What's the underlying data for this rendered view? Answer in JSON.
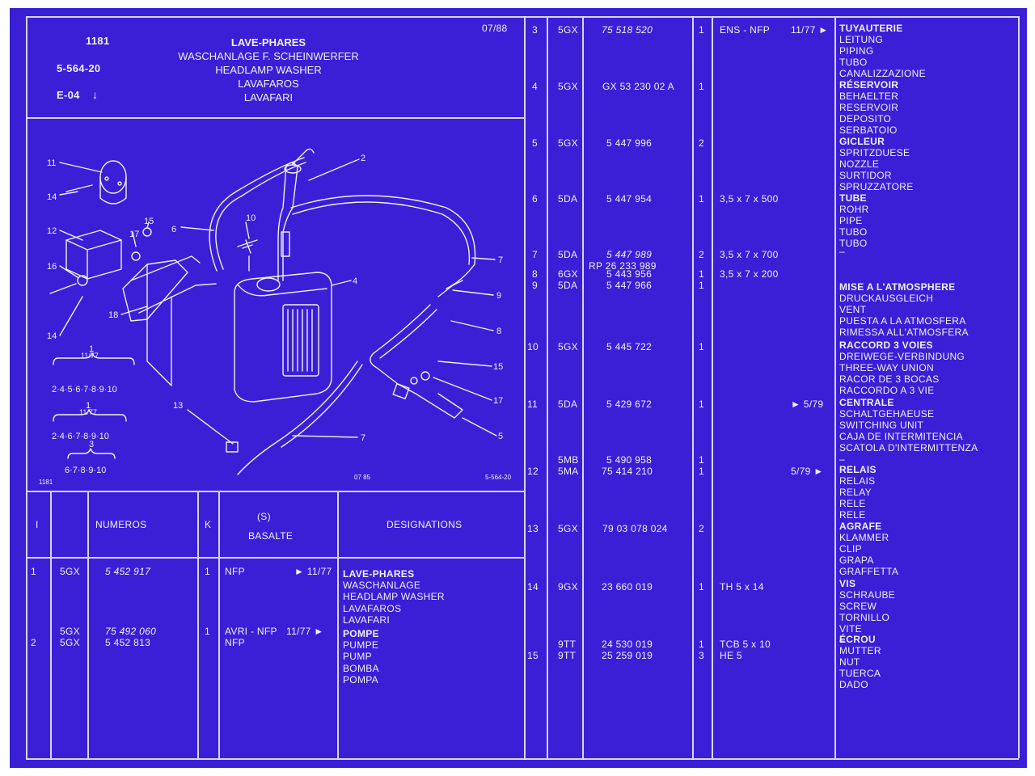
{
  "header": {
    "code": "1181",
    "ref": "5-564-20",
    "section": "E-04",
    "date": "07/88",
    "titles": [
      "LAVE-PHARES",
      "WASCHANLAGE F. SCHEINWERFER",
      "HEADLAMP WASHER",
      "LAVAFAROS",
      "LAVAFARI"
    ]
  },
  "diagram": {
    "callouts": [
      "11",
      "14",
      "12",
      "16",
      "14",
      "17",
      "15",
      "18",
      "6",
      "10",
      "2",
      "4",
      "7",
      "9",
      "8",
      "15",
      "17",
      "5",
      "7",
      "13"
    ],
    "brace1": {
      "label": "1",
      "date": "11/77",
      "items": "2·4·5·6·7·8·9·10"
    },
    "brace2": {
      "label": "1",
      "date": "11/77",
      "items": "2·4·6·7·8·9·10"
    },
    "brace3": {
      "label": "3",
      "items": "6·7·8·9·10"
    },
    "footer_code": "1181",
    "footer_date": "07 85",
    "footer_ref": "5-564-20"
  },
  "columns": {
    "index": "I",
    "numbers": "NUMEROS",
    "k": "K",
    "basalte": "BASALTE",
    "basalte_s": "(S)",
    "designations": "DESIGNATIONS"
  },
  "left_rows": [
    {
      "idx": "1",
      "codes": [
        "5GX"
      ],
      "nums": [
        "5 452 917"
      ],
      "k": "1",
      "basalte": "NFP",
      "date": "► 11/77",
      "des": [
        "LAVE-PHARES",
        "WASCHANLAGE",
        "HEADLAMP WASHER",
        "LAVAFAROS",
        "LAVAFARI"
      ]
    },
    {
      "idx": "2",
      "codes": [
        "5GX",
        "5GX"
      ],
      "nums": [
        "75 492 060",
        "5 452 813"
      ],
      "k": "1",
      "basalte": "AVRI - NFP",
      "basalte2": "NFP",
      "date": "11/77 ►",
      "des": [
        "POMPE",
        "PUMPE",
        "PUMP",
        "BOMBA",
        "POMPA"
      ]
    }
  ],
  "right_rows": [
    {
      "idx": "3",
      "codes": [
        "5GX"
      ],
      "nums": [
        "75 518 520"
      ],
      "k": [
        "1"
      ],
      "spec": [
        "ENS - NFP"
      ],
      "date": "11/77 ►",
      "des": [
        "TUYAUTERIE",
        "LEITUNG",
        "PIPING",
        "TUBO",
        "CANALIZZAZIONE"
      ]
    },
    {
      "idx": "4",
      "codes": [
        "5GX"
      ],
      "nums": [
        "GX 53 230 02 A"
      ],
      "k": [
        "1"
      ],
      "spec": [],
      "date": "",
      "des": [
        "RÉSERVOIR",
        "BEHAELTER",
        "RESERVOIR",
        "DEPOSITO",
        "SERBATOIO"
      ]
    },
    {
      "idx": "5",
      "codes": [
        "5GX"
      ],
      "nums": [
        "5 447 996"
      ],
      "k": [
        "2"
      ],
      "spec": [],
      "date": "",
      "des": [
        "GICLEUR",
        "SPRITZDUESE",
        "NOZZLE",
        "SURTIDOR",
        "SPRUZZATORE"
      ]
    },
    {
      "idx": "6",
      "codes": [
        "5DA"
      ],
      "nums": [
        "5 447 954"
      ],
      "k": [
        "1"
      ],
      "spec": [
        "3,5 x 7 x 500"
      ],
      "date": "",
      "des": [
        "TUBE",
        "ROHR",
        "PIPE",
        "TUBO",
        "TUBO"
      ]
    },
    {
      "idx": "7",
      "codes": [
        "5DA"
      ],
      "nums": [
        "5 447 989",
        "RP 26 233 989"
      ],
      "k": [
        "2"
      ],
      "spec": [
        "3,5 x 7 x 700"
      ],
      "date": "",
      "des": [
        "–"
      ]
    },
    {
      "idx": "8",
      "codes": [
        "6GX"
      ],
      "nums": [
        "5 443 956"
      ],
      "k": [
        "1"
      ],
      "spec": [
        "3,5 x 7 x 200"
      ],
      "date": "",
      "des": []
    },
    {
      "idx": "9",
      "codes": [
        "5DA"
      ],
      "nums": [
        "5 447 966"
      ],
      "k": [
        "1"
      ],
      "spec": [],
      "date": "",
      "des": [
        "MISE A L'ATMOSPHERE",
        "DRUCKAUSGLEICH",
        "VENT",
        "PUESTA A LA ATMOSFERA",
        "RIMESSA ALL'ATMOSFERA"
      ]
    },
    {
      "idx": "10",
      "codes": [
        "5GX"
      ],
      "nums": [
        "5 445 722"
      ],
      "k": [
        "1"
      ],
      "spec": [],
      "date": "",
      "des": [
        "RACCORD 3 VOIES",
        "DREIWEGE-VERBINDUNG",
        "THREE-WAY UNION",
        "RACOR DE 3 BOCAS",
        "RACCORDO A 3 VIE"
      ]
    },
    {
      "idx": "11",
      "codes": [
        "5DA"
      ],
      "nums": [
        "5 429 672"
      ],
      "k": [
        "1"
      ],
      "spec": [],
      "date": "► 5/79",
      "des": [
        "CENTRALE",
        "SCHALTGEHAEUSE",
        "SWITCHING UNIT",
        "CAJA DE INTERMITENCIA",
        "SCATOLA D'INTERMITTENZA",
        "–"
      ]
    },
    {
      "idx": "12",
      "codes": [
        "5MB",
        "5MA"
      ],
      "nums": [
        "5 490 958",
        "75 414 210"
      ],
      "k": [
        "1",
        "1"
      ],
      "spec": [],
      "date": "5/79 ►",
      "des": [
        "RELAIS",
        "RELAIS",
        "RELAY",
        "RELE",
        "RELE"
      ]
    },
    {
      "idx": "13",
      "codes": [
        "5GX"
      ],
      "nums": [
        "79 03 078 024"
      ],
      "k": [
        "2"
      ],
      "spec": [],
      "date": "",
      "des": [
        "AGRAFE",
        "KLAMMER",
        "CLIP",
        "GRAPA",
        "GRAFFETTA"
      ]
    },
    {
      "idx": "14",
      "codes": [
        "9GX"
      ],
      "nums": [
        "23 660 019"
      ],
      "k": [
        "1"
      ],
      "spec": [
        "TH 5 x 14"
      ],
      "date": "",
      "des": [
        "VIS",
        "SCHRAUBE",
        "SCREW",
        "TORNILLO",
        "VITE",
        "–"
      ]
    },
    {
      "idx": "15",
      "codes": [
        "9TT",
        "9TT"
      ],
      "nums": [
        "24 530 019",
        "25 259 019"
      ],
      "k": [
        "1",
        "3"
      ],
      "spec": [
        "TCB 5 x 10",
        "HE 5"
      ],
      "date": "",
      "des": [
        "ÉCROU",
        "MUTTER",
        "NUT",
        "TUERCA",
        "DADO"
      ]
    }
  ]
}
